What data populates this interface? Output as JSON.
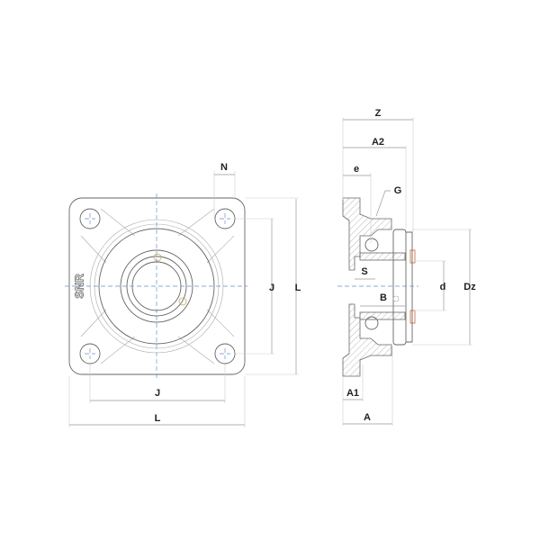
{
  "front_view": {
    "brand": "SNR",
    "dim_n": "N",
    "dim_j_vertical": "J",
    "dim_l_vertical": "L",
    "dim_j_horizontal": "J",
    "dim_l_horizontal": "L"
  },
  "side_view": {
    "dim_z": "Z",
    "dim_a2": "A2",
    "dim_e": "e",
    "dim_g": "G",
    "dim_s": "S",
    "dim_b": "B",
    "dim_d": "d",
    "dim_dz": "Dz",
    "dim_a1": "A1",
    "dim_a": "A"
  },
  "colors": {
    "centerline": "#6a8fc8",
    "seal": "#d9825a",
    "outline": "#666666"
  }
}
